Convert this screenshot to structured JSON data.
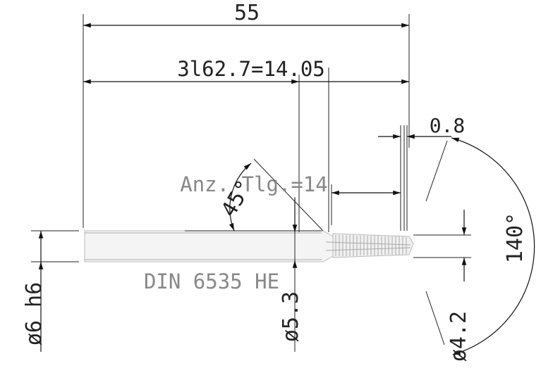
{
  "drawing": {
    "overall_length": "55",
    "thread_length": "3l62.7=14.05",
    "chamfer_length": "0.8",
    "tip_angle": "140°",
    "chamfer_angle": "45°",
    "thread_count_label": "Anz. Tlg.=14",
    "standard": "DIN 6535 HE",
    "shank_diameter": "ø6 h6",
    "neck_diameter": "ø5.3",
    "core_diameter": "ø4.2"
  }
}
